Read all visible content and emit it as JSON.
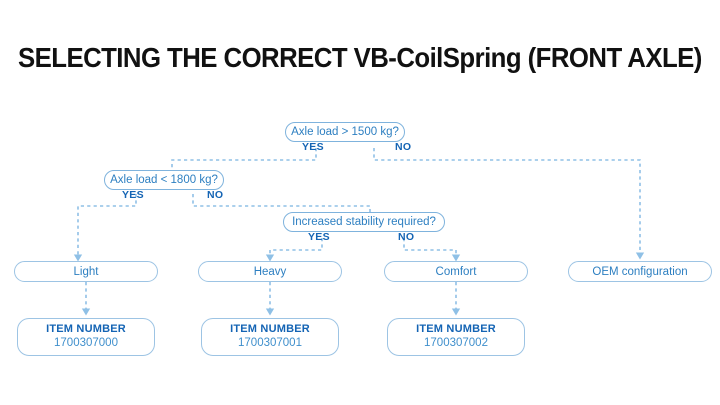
{
  "page": {
    "title": "SELECTING THE CORRECT VB-CoilSpring (FRONT AXLE)",
    "background": "#ffffff"
  },
  "colors": {
    "title_text": "#111111",
    "node_border": "#9dc4e4",
    "decision_border": "#7fb3dd",
    "node_text": "#2d7fc1",
    "branch_label": "#1464b4",
    "item_title": "#1464b4",
    "item_number": "#3f8fcc",
    "connector": "#8fc0e6"
  },
  "decisions": [
    {
      "id": "d1",
      "label": "Axle load > 1500 kg?",
      "yes": "YES",
      "no": "NO"
    },
    {
      "id": "d2",
      "label": "Axle load < 1800 kg?",
      "yes": "YES",
      "no": "NO"
    },
    {
      "id": "d3",
      "label": "Increased stability required?",
      "yes": "YES",
      "no": "NO"
    }
  ],
  "results": [
    {
      "id": "r1",
      "label": "Light"
    },
    {
      "id": "r2",
      "label": "Heavy"
    },
    {
      "id": "r3",
      "label": "Comfort"
    },
    {
      "id": "r4",
      "label": "OEM configuration"
    }
  ],
  "items": [
    {
      "id": "i1",
      "title": "ITEM NUMBER",
      "number": "1700307000"
    },
    {
      "id": "i2",
      "title": "ITEM NUMBER",
      "number": "1700307001"
    },
    {
      "id": "i3",
      "title": "ITEM NUMBER",
      "number": "1700307002"
    }
  ]
}
